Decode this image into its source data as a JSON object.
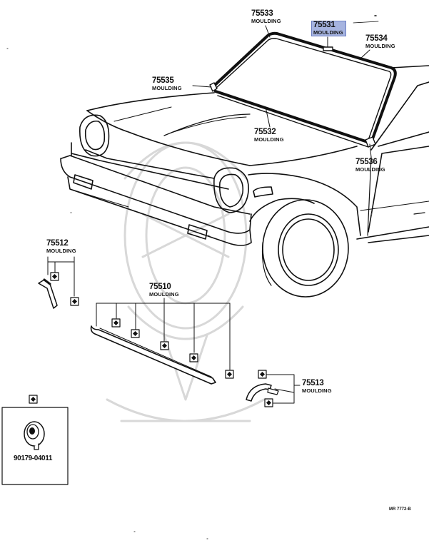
{
  "diagram": {
    "colors": {
      "ink": "#111111",
      "watermark": "#d6d6d6",
      "highlight": "#a6b4e0",
      "highlight_border": "#6d7fc3"
    },
    "callouts": {
      "c75533": {
        "part": "75533",
        "name": "MOULDING"
      },
      "c75531": {
        "part": "75531",
        "name": "MOULDING",
        "highlighted": true
      },
      "c75534": {
        "part": "75534",
        "name": "MOULDING"
      },
      "c75535": {
        "part": "75535",
        "name": "MOULDING"
      },
      "c75532": {
        "part": "75532",
        "name": "MOULDING"
      },
      "c75536": {
        "part": "75536",
        "name": "MOULDING"
      },
      "c75512": {
        "part": "75512",
        "name": "MOULDING"
      },
      "c75510": {
        "part": "75510",
        "name": "MOULDING"
      },
      "c75513": {
        "part": "75513",
        "name": "MOULDING"
      }
    },
    "clip_box": {
      "part_number": "90179-04011",
      "icon": "clip-nut-icon"
    },
    "reference_code": "MR 7772-B",
    "watermark_icon": "toyota-samurai-emblem-watermark"
  }
}
